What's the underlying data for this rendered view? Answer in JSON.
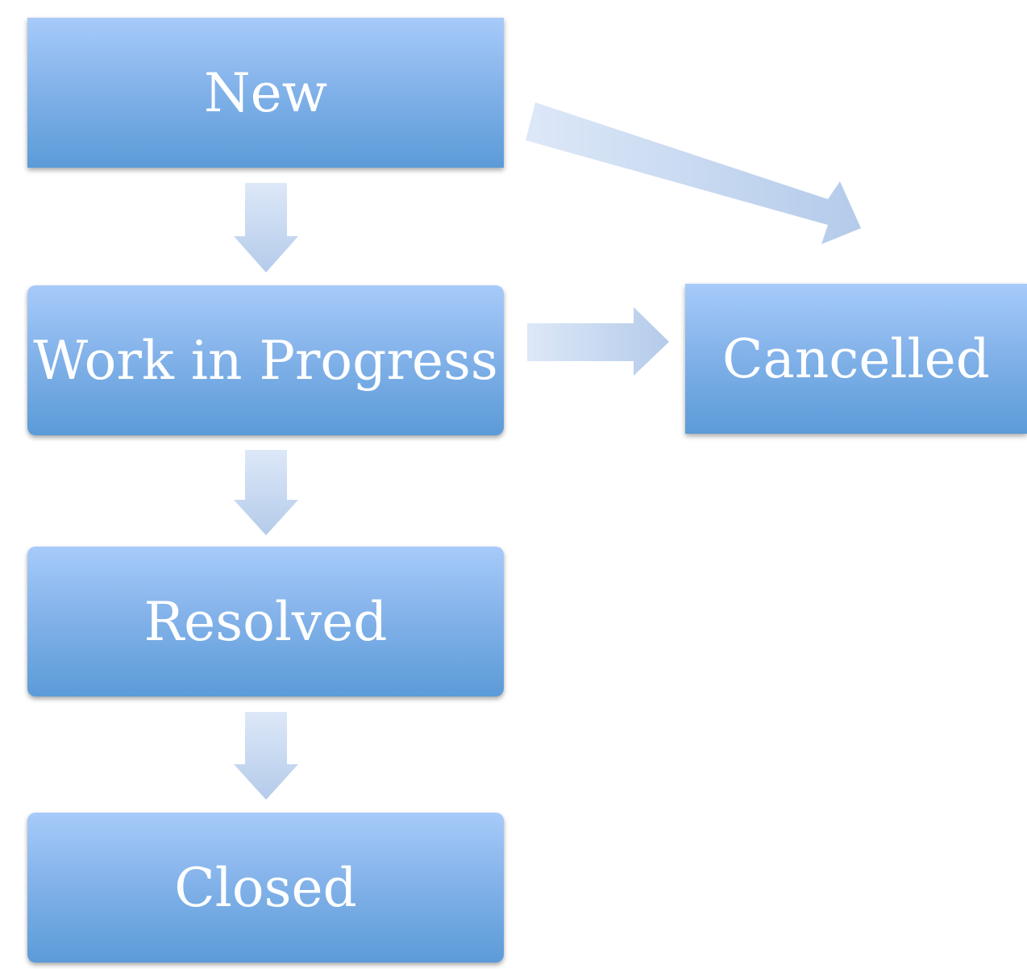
{
  "diagram": {
    "nodes": {
      "new": "New",
      "work_in_progress": "Work in Progress",
      "resolved": "Resolved",
      "closed": "Closed",
      "cancelled": "Cancelled"
    },
    "edges": [
      {
        "from": "New",
        "to": "Work in Progress"
      },
      {
        "from": "New",
        "to": "Cancelled"
      },
      {
        "from": "Work in Progress",
        "to": "Cancelled"
      },
      {
        "from": "Work in Progress",
        "to": "Resolved"
      },
      {
        "from": "Resolved",
        "to": "Closed"
      }
    ],
    "colors": {
      "node_top": "#a7cbfa",
      "node_bottom": "#5b9bd8",
      "node_text": "#ffffff",
      "arrow_light": "#d6e4f7",
      "arrow_dark": "#b6cdeb"
    }
  }
}
